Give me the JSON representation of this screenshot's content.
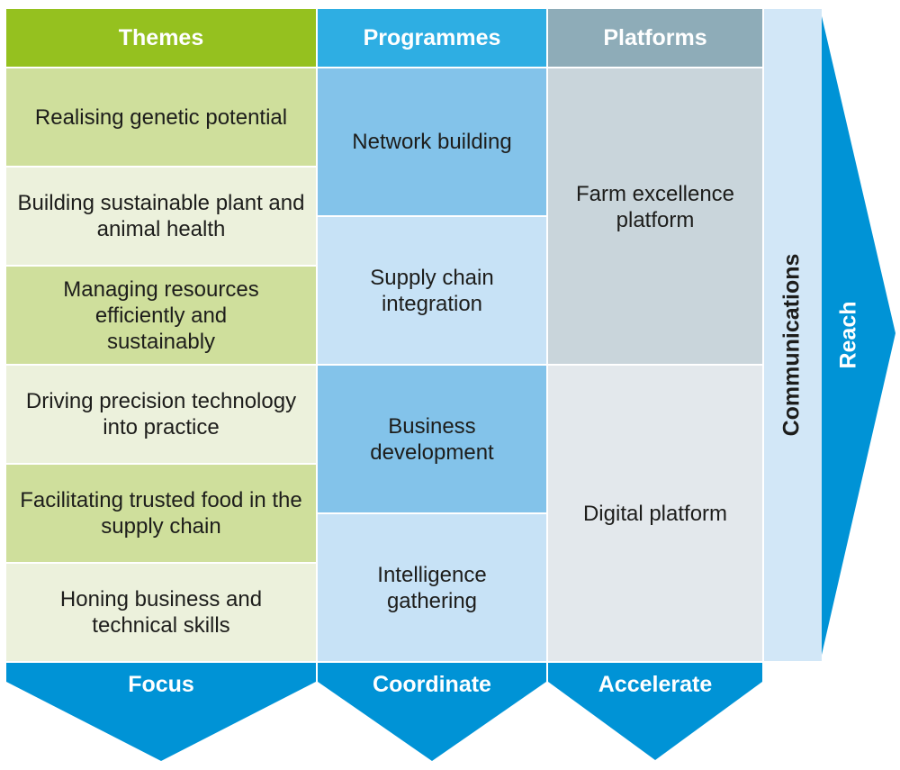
{
  "headers": {
    "themes": "Themes",
    "programmes": "Programmes",
    "platforms": "Platforms"
  },
  "themes": [
    "Realising genetic potential",
    "Building sustainable plant and animal health",
    "Managing resources efficiently and sustainably",
    "Driving precision technology into practice",
    "Facilitating trusted food in the supply chain",
    "Honing business and technical skills"
  ],
  "programmes": [
    "Network building",
    "Supply chain integration",
    "Business development",
    "Intelligence gathering"
  ],
  "platforms": [
    "Farm excellence platform",
    "Digital platform"
  ],
  "communications": "Communications",
  "reach": "Reach",
  "arrows": {
    "focus": "Focus",
    "coordinate": "Coordinate",
    "accelerate": "Accelerate"
  },
  "colors": {
    "green": "#95c11f",
    "blue": "#2eaee3",
    "grey": "#8eacb8",
    "arrow": "#0093d6"
  }
}
